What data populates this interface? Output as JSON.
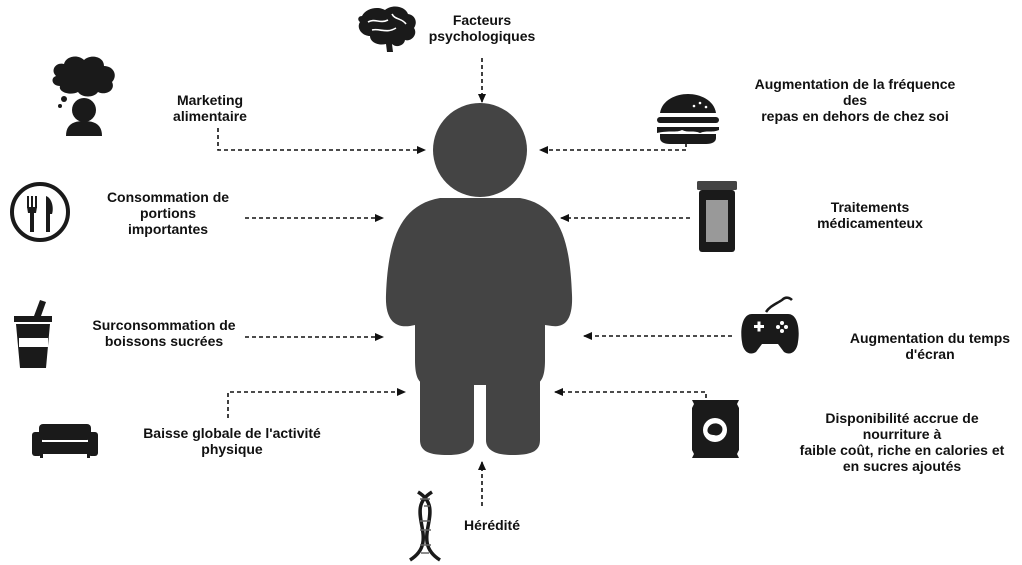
{
  "factors": [
    {
      "id": "psychological",
      "label": "Facteurs\npsychologiques",
      "icon": "brain-icon"
    },
    {
      "id": "marketing",
      "label": "Marketing\nalimentaire",
      "icon": "thinking-person-icon"
    },
    {
      "id": "eating-out",
      "label": "Augmentation de la fréquence\ndes\nrepas en dehors de chez soi",
      "icon": "burger-icon"
    },
    {
      "id": "portions",
      "label": "Consommation de\nportions\nimportantes",
      "icon": "plate-cutlery-icon"
    },
    {
      "id": "medication",
      "label": "Traitements\nmédicamenteux",
      "icon": "pill-bottle-icon"
    },
    {
      "id": "sugary-drinks",
      "label": "Surconsommation de\nboissons sucrées",
      "icon": "soda-cup-icon"
    },
    {
      "id": "screen-time",
      "label": "Augmentation du temps\nd'écran",
      "icon": "gamepad-icon"
    },
    {
      "id": "physical-activity",
      "label": "Baisse globale de l'activité\nphysique",
      "icon": "sofa-icon"
    },
    {
      "id": "junk-food",
      "label": "Disponibilité accrue de\nnourriture à\nfaible coût, riche en calories et\nen sucres ajoutés",
      "icon": "chips-bag-icon"
    },
    {
      "id": "heredity",
      "label": "Hérédité",
      "icon": "dna-icon"
    }
  ],
  "center": {
    "icon": "obese-person-figure"
  }
}
